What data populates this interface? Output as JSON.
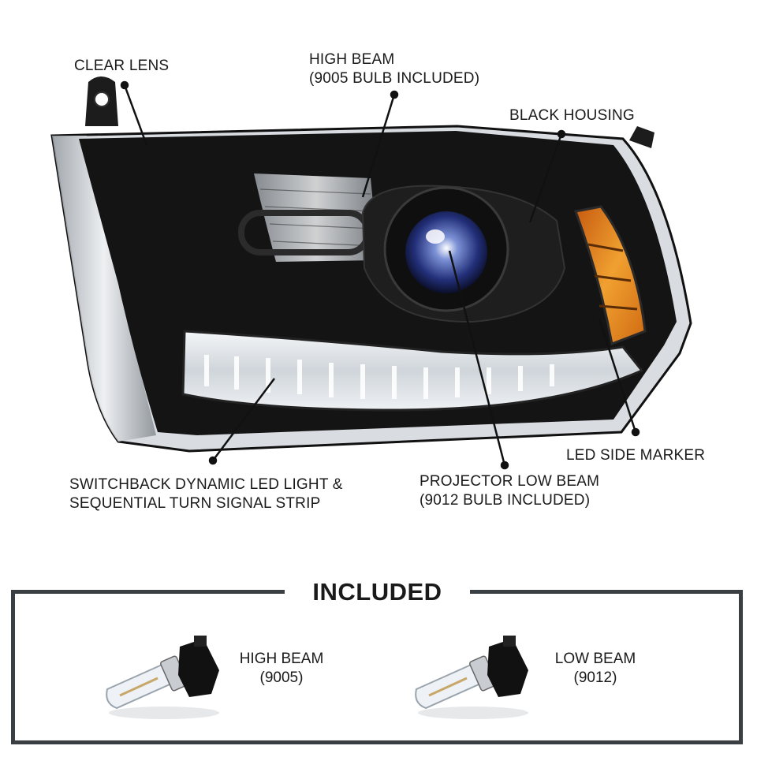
{
  "callouts": {
    "clear_lens": "CLEAR LENS",
    "high_beam_line1": "HIGH BEAM",
    "high_beam_line2": "(9005 BULB INCLUDED)",
    "black_housing": "BLACK HOUSING",
    "led_side_marker": "LED SIDE MARKER",
    "switchback_line1": "SWITCHBACK DYNAMIC LED LIGHT &",
    "switchback_line2": "SEQUENTIAL TURN SIGNAL STRIP",
    "projector_line1": "PROJECTOR LOW BEAM",
    "projector_line2": "(9012 BULB INCLUDED)"
  },
  "included": {
    "title": "INCLUDED",
    "items": [
      {
        "name": "HIGH BEAM",
        "code": "(9005)"
      },
      {
        "name": "LOW BEAM",
        "code": "(9012)"
      }
    ]
  },
  "colors": {
    "housing": "#141414",
    "amber_marker": "#e8901c",
    "projector_lens": "#2a3f8f",
    "frame": "#3a3f44"
  }
}
